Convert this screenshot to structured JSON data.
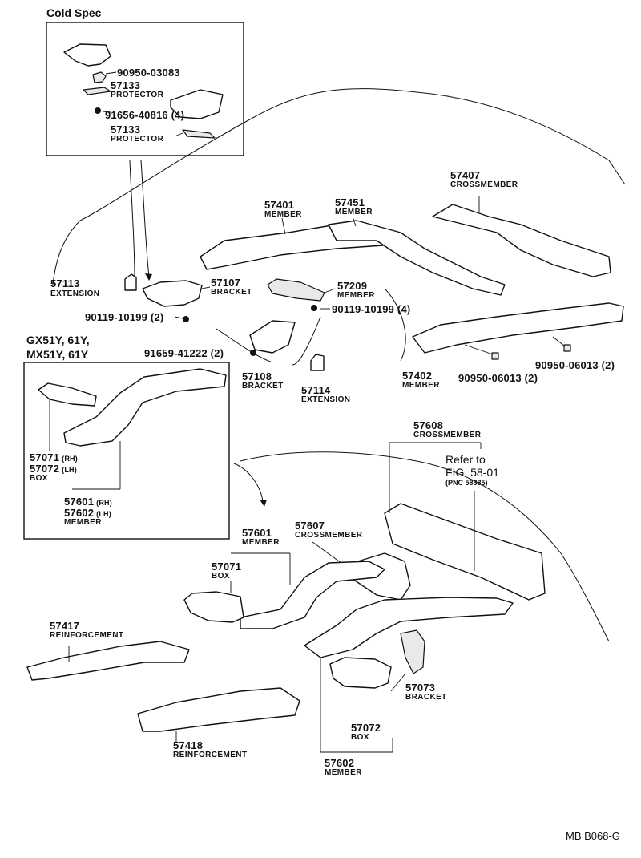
{
  "title_cold_spec": "Cold Spec",
  "variant_header_line1": "GX51Y, 61Y,",
  "variant_header_line2": "MX51Y, 61Y",
  "labels": {
    "p90950_03083": "90950-03083",
    "p57133a": "57133",
    "p57133a_name": "PROTECTOR",
    "p91656_40816": "91656-40816 (4)",
    "p57133b": "57133",
    "p57133b_name": "PROTECTOR",
    "p57407": "57407",
    "p57407_name": "CROSSMEMBER",
    "p57401": "57401",
    "p57401_name": "MEMBER",
    "p57451": "57451",
    "p57451_name": "MEMBER",
    "p57113": "57113",
    "p57113_name": "EXTENSION",
    "p57107": "57107",
    "p57107_name": "BRACKET",
    "p57209": "57209",
    "p57209_name": "MEMBER",
    "p90119_10199_2": "90119-10199 (2)",
    "p90119_10199_4": "90119-10199 (4)",
    "p91659_41222": "91659-41222 (2)",
    "p57108": "57108",
    "p57108_name": "BRACKET",
    "p57114": "57114",
    "p57114_name": "EXTENSION",
    "p57402": "57402",
    "p57402_name": "MEMBER",
    "p90950_06013a": "90950-06013 (2)",
    "p90950_06013b": "90950-06013 (2)",
    "p57071_rh": "57071",
    "p57071_rh_suffix": "(RH)",
    "p57072_lh": "57072",
    "p57072_lh_suffix": "(LH)",
    "box_name": "BOX",
    "p57601_rh": "57601",
    "p57601_rh_suffix": "(RH)",
    "p57602_lh": "57602",
    "p57602_lh_suffix": "(LH)",
    "member_name": "MEMBER",
    "p57608": "57608",
    "p57608_name": "CROSSMEMBER",
    "refer_to": "Refer to",
    "refer_fig": "FIG. 58-01",
    "refer_pnc": "(PNC 58385)",
    "p57601": "57601",
    "p57601_name": "MEMBER",
    "p57607": "57607",
    "p57607_name": "CROSSMEMBER",
    "p57071": "57071",
    "p57071_name": "BOX",
    "p57417": "57417",
    "p57417_name": "REINFORCEMENT",
    "p57073": "57073",
    "p57073_name": "BRACKET",
    "p57072": "57072",
    "p57072_name": "BOX",
    "p57418": "57418",
    "p57418_name": "REINFORCEMENT",
    "p57602": "57602",
    "p57602_name": "MEMBER"
  },
  "figure_code": "MB  B068-G"
}
